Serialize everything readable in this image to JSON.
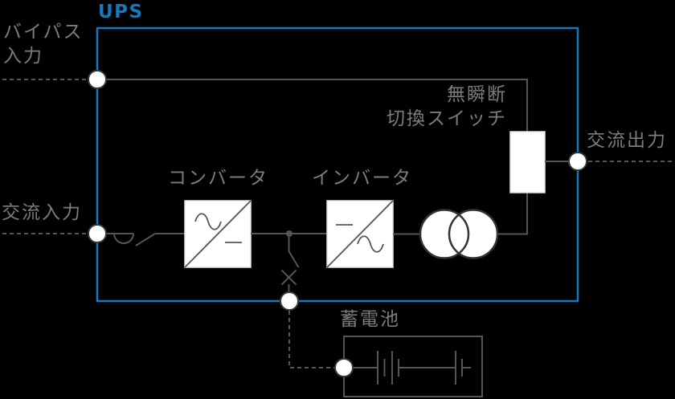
{
  "title": "UPS",
  "labels": {
    "bypass_input": "バイパス\n入力",
    "ac_input": "交流入力",
    "ac_output": "交流出力",
    "transfer_switch": "無瞬断\n切換スイッチ",
    "converter": "コンバータ",
    "inverter": "インバータ",
    "battery": "蓄電池"
  },
  "colors": {
    "background": "#000000",
    "ups_frame": "#1878be",
    "wire": "#555555",
    "label_text": "#7c7c7c",
    "component_fill": "#ffffff"
  },
  "icons": {
    "transformer": "two-overlapping-circles",
    "converter_symbol": "sine-over-dash (AC to DC)",
    "inverter_symbol": "dash-over-sine (DC to AC)",
    "battery_cells": "long-short-plate-pairs",
    "input_switch": "arc-and-blade-switch",
    "dc_branch_contact": "x-contact",
    "connection_node": "white-circle-terminal"
  }
}
